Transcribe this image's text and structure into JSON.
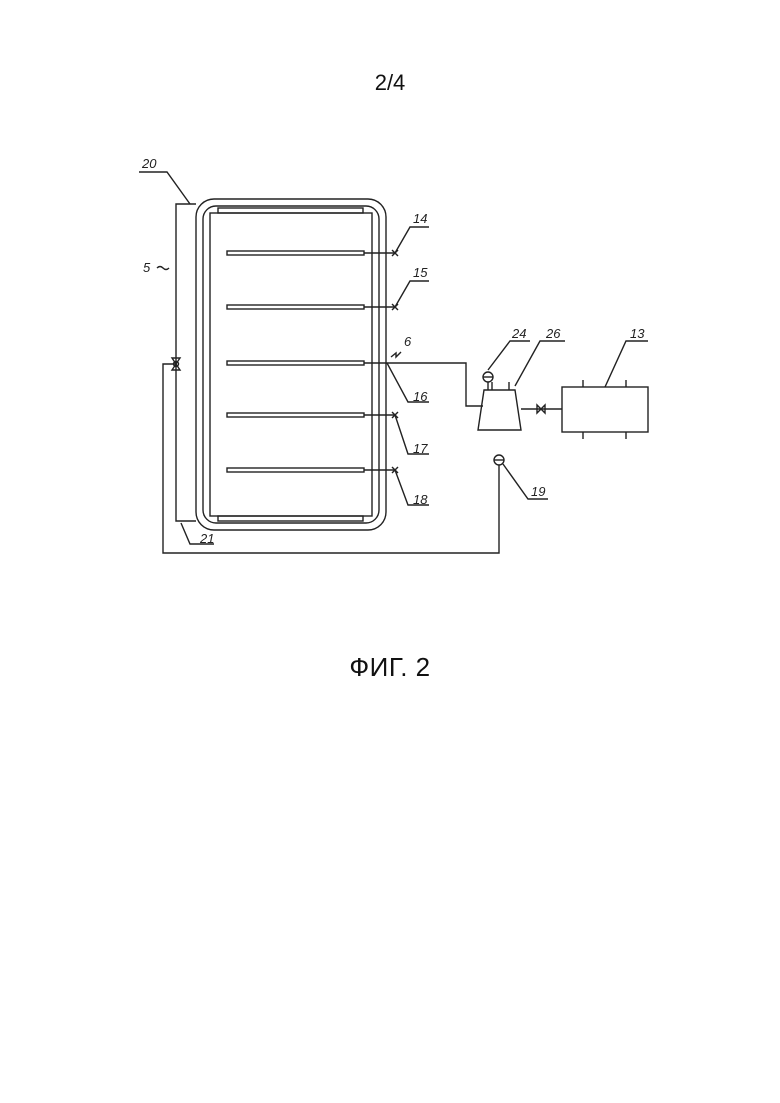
{
  "page": {
    "number": "2/4"
  },
  "figure": {
    "caption": "ФИГ. 2"
  },
  "references": {
    "r20": "20",
    "r5": "5",
    "r21": "21",
    "r14": "14",
    "r15": "15",
    "r6": "6",
    "r16": "16",
    "r17": "17",
    "r18": "18",
    "r24": "24",
    "r26": "26",
    "r13": "13",
    "r19": "19"
  }
}
